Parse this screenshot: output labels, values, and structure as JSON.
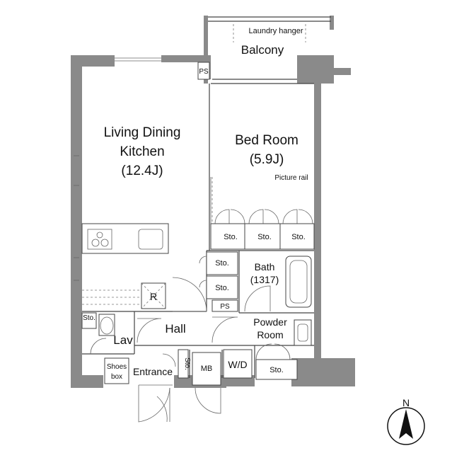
{
  "rooms": {
    "balcony": "Balcony",
    "laundry_hanger": "Laundry hanger",
    "ps_top": "PS",
    "ldk_line1": "Living Dining",
    "ldk_line2": "Kitchen",
    "ldk_size": "(12.4J)",
    "bedroom_line1": "Bed Room",
    "bedroom_size": "(5.9J)",
    "picture_rail": "Picture rail",
    "sto_bed_1": "Sto.",
    "sto_bed_2": "Sto.",
    "sto_bed_3": "Sto.",
    "sto_hall_1": "Sto.",
    "sto_hall_2": "Sto.",
    "ps_bath": "PS",
    "bath": "Bath",
    "bath_size": "(1317)",
    "refrigerator": "R",
    "hall": "Hall",
    "sto_lav": "Sto.",
    "lav": "Lav",
    "powder_line1": "Powder",
    "powder_line2": "Room",
    "shoes_line1": "Shoes",
    "shoes_line2": "box",
    "entrance": "Entrance",
    "sto_entrance": "Sto.",
    "mb": "MB",
    "wd": "W/D",
    "sto_powder": "Sto."
  },
  "compass": {
    "north": "N"
  }
}
